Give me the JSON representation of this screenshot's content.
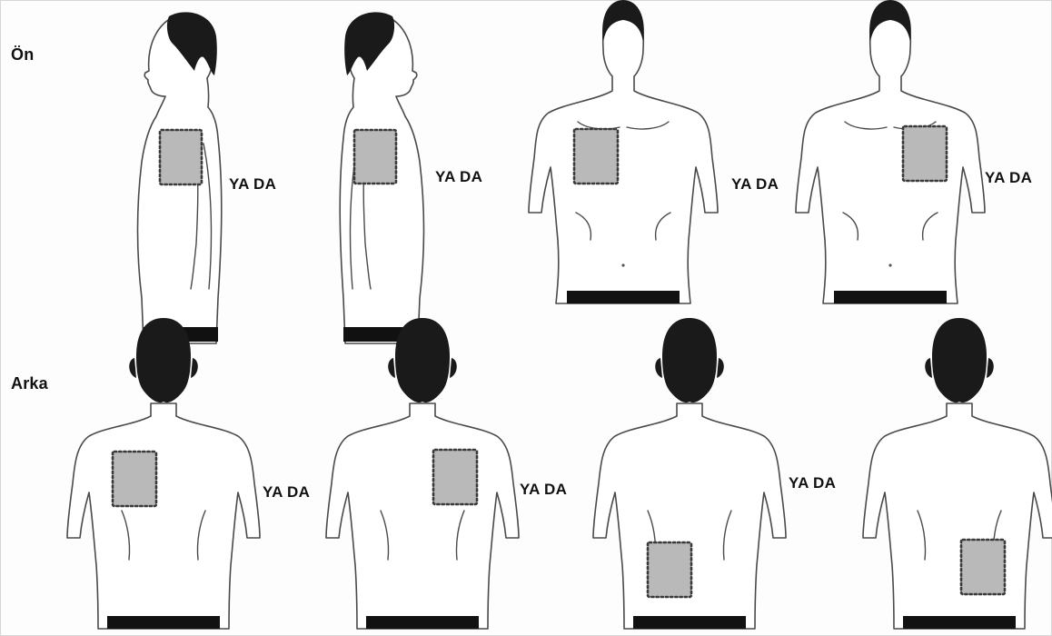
{
  "labels": {
    "front": "Ön",
    "back": "Arka"
  },
  "separators": {
    "front_1": "YA DA",
    "front_2": "YA DA",
    "front_3": "YA DA",
    "front_4": "YA DA",
    "back_1": "YA DA",
    "back_2": "YA DA",
    "back_3": "YA DA"
  },
  "colors": {
    "patch_fill": "#b9b9b9",
    "hair": "#1a1a1a",
    "outline": "#4a4a4a"
  }
}
